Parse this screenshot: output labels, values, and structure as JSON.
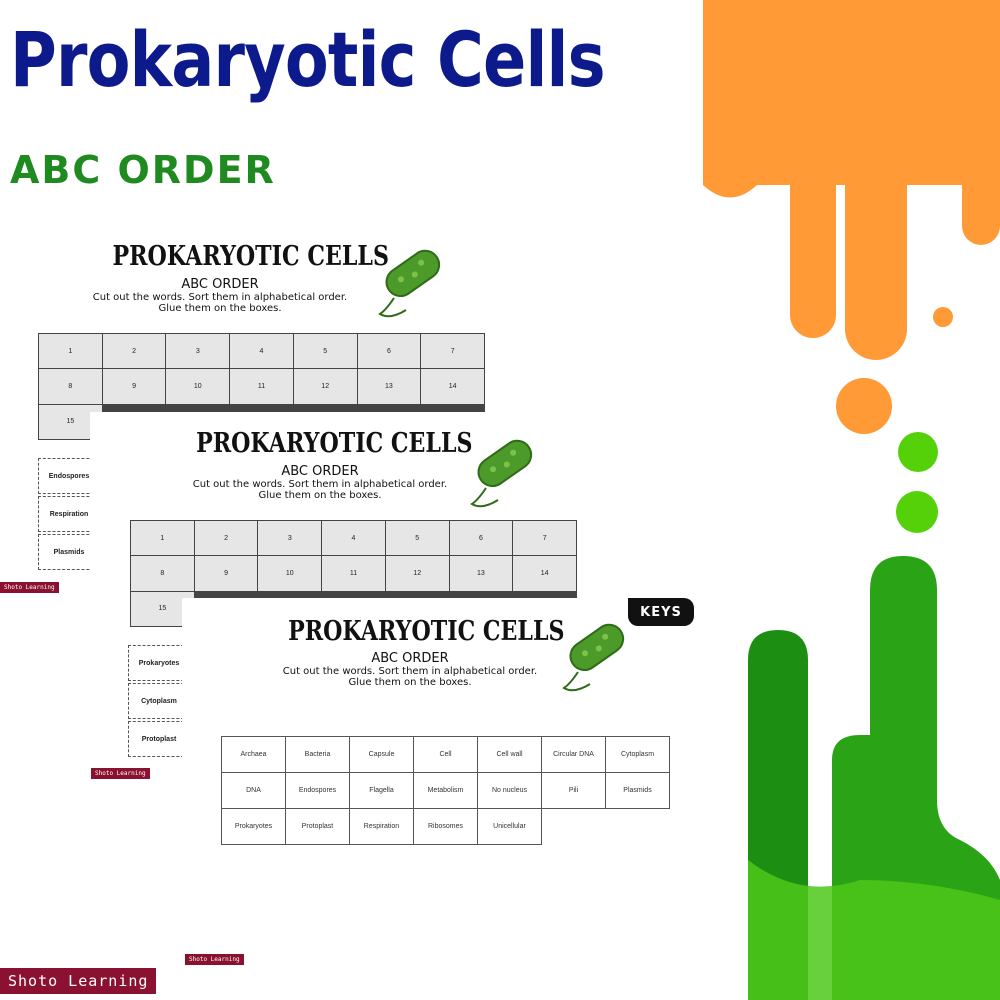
{
  "title": "Prokaryotic Cells",
  "subtitle": "ABC ORDER",
  "colors": {
    "title": "#0d1a8c",
    "subtitle": "#1f8a1f",
    "orange": "#ff9a36",
    "green_light": "#55d10a",
    "green_dark": "#1c8f12",
    "brand": "#8a1230"
  },
  "worksheet": {
    "title": "PROKARYOTIC CELLS",
    "subtitle": "ABC ORDER",
    "instruction_line1": "Cut out the words. Sort them in alphabetical order.",
    "instruction_line2": "Glue them on the boxes."
  },
  "sheet1": {
    "grid_numbers": [
      "1",
      "2",
      "3",
      "4",
      "5",
      "6",
      "7",
      "8",
      "9",
      "10",
      "11",
      "12",
      "13",
      "14",
      "15"
    ],
    "cut_words": [
      "Endospores",
      "Respiration",
      "Plasmids"
    ]
  },
  "sheet2": {
    "grid_numbers": [
      "1",
      "2",
      "3",
      "4",
      "5",
      "6",
      "7",
      "8",
      "9",
      "10",
      "11",
      "12",
      "13",
      "14",
      "15"
    ],
    "cut_words": [
      "Prokaryotes",
      "Cytoplasm",
      "Protoplast"
    ]
  },
  "sheet3": {
    "badge": "KEYS",
    "answers": [
      "Archaea",
      "Bacteria",
      "Capsule",
      "Cell",
      "Cell wall",
      "Circular DNA",
      "Cytoplasm",
      "DNA",
      "Endospores",
      "Flagella",
      "Metabolism",
      "No nucleus",
      "Pili",
      "Plasmids",
      "Prokaryotes",
      "Protoplast",
      "Respiration",
      "Ribosomes",
      "Unicellular"
    ]
  },
  "brand": "Shoto Learning",
  "icons": {
    "bacteria": "bacteria-icon"
  }
}
